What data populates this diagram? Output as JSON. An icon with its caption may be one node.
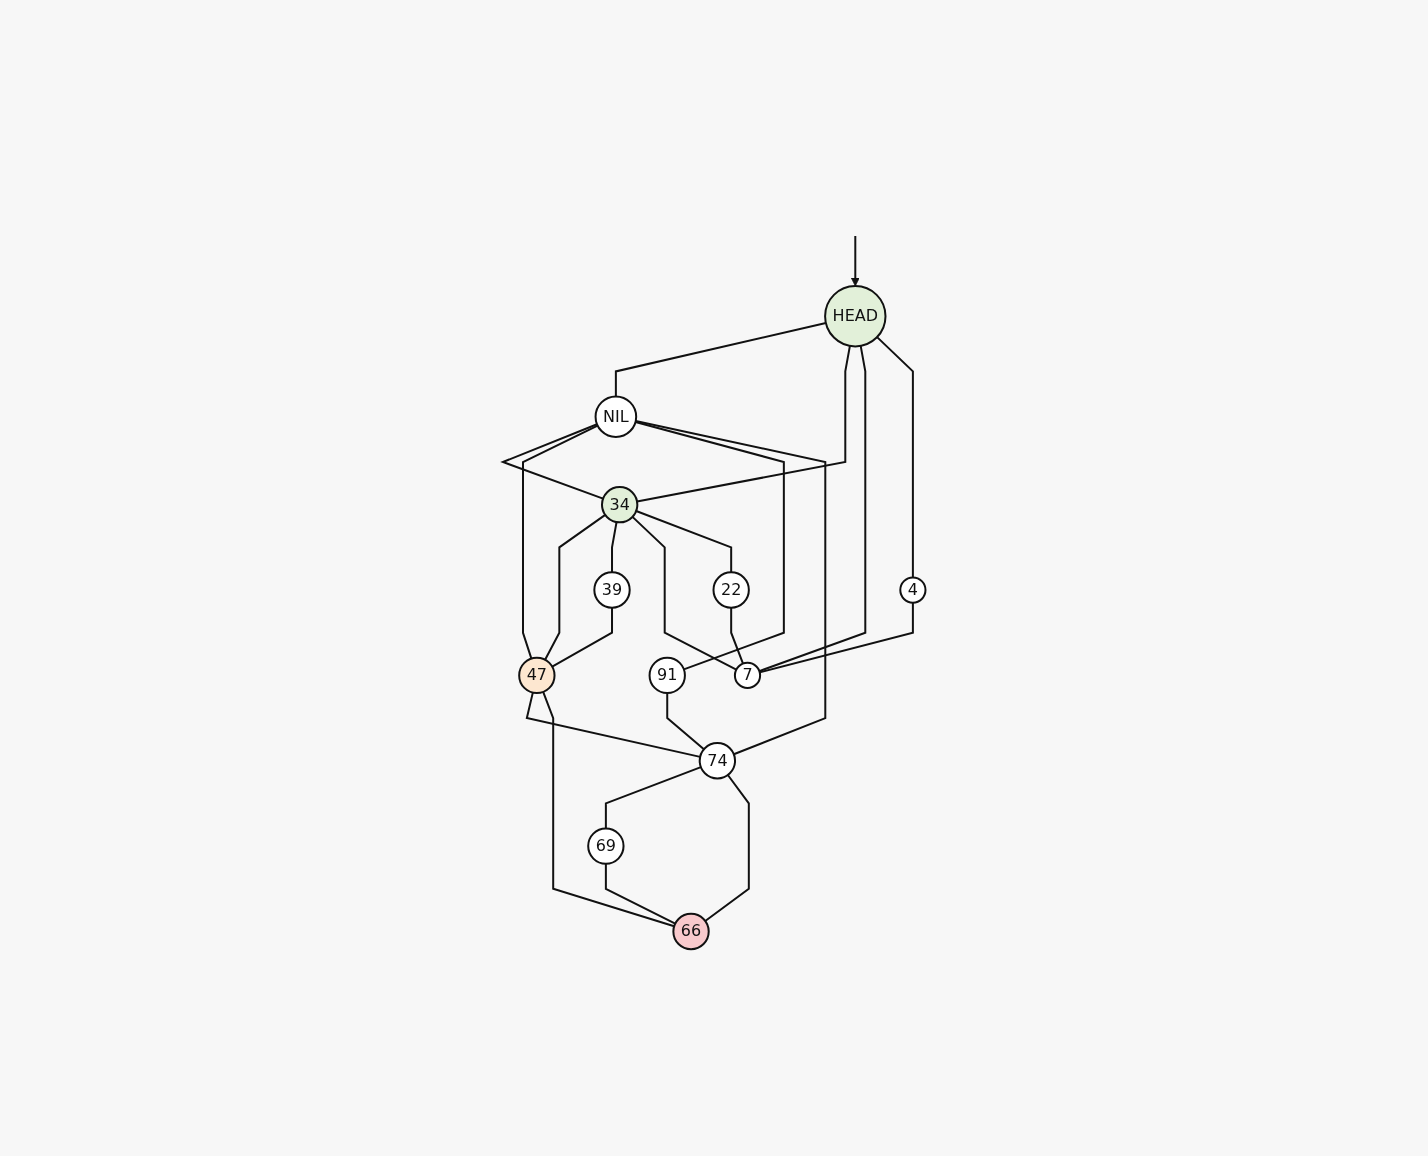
{
  "diagram": {
    "nodes": [
      {
        "text": [
          "HEAD"
        ]
      },
      {
        "text": [
          "NIL"
        ]
      },
      {
        "text": [
          "4"
        ]
      },
      {
        "text": [
          "34"
        ]
      },
      {
        "text": [
          "91"
        ]
      },
      {
        "text": [
          "74"
        ]
      },
      {
        "text": [
          "39"
        ]
      },
      {
        "text": [
          "47"
        ]
      },
      {
        "text": [
          "66"
        ]
      },
      {
        "text": [
          "22"
        ]
      },
      {
        "text": [
          "7"
        ]
      },
      {
        "text": [
          "69"
        ]
      }
    ],
    "edges": [
      {
        "from": null,
        "to": 0,
        "arrow": "to"
      },
      {
        "from": 0,
        "to": 1,
        "arrow": "none"
      },
      {
        "from": 0,
        "to": 3,
        "arrow": "none"
      },
      {
        "from": 0,
        "to": 10,
        "arrow": "none"
      },
      {
        "from": 0,
        "to": 2,
        "arrow": "none"
      },
      {
        "from": 1,
        "to": 3,
        "arrow": "none"
      },
      {
        "from": 1,
        "to": 7,
        "arrow": "none"
      },
      {
        "from": 1,
        "to": 4,
        "arrow": "none"
      },
      {
        "from": 1,
        "to": 5,
        "arrow": "none"
      },
      {
        "from": 3,
        "to": 7,
        "arrow": "none"
      },
      {
        "from": 3,
        "to": 6,
        "arrow": "none"
      },
      {
        "from": 3,
        "to": 10,
        "arrow": "none"
      },
      {
        "from": 3,
        "to": 9,
        "arrow": "none"
      },
      {
        "from": 2,
        "to": 10,
        "arrow": "none"
      },
      {
        "from": 4,
        "to": 5,
        "arrow": "none"
      },
      {
        "from": 6,
        "to": 7,
        "arrow": "none"
      },
      {
        "from": 7,
        "to": 5,
        "arrow": "none"
      },
      {
        "from": 7,
        "to": 8,
        "arrow": "none"
      },
      {
        "from": 5,
        "to": 11,
        "arrow": "none"
      },
      {
        "from": 5,
        "to": 8,
        "arrow": "none"
      },
      {
        "from": 9,
        "to": 10,
        "arrow": "none"
      },
      {
        "from": 11,
        "to": 8,
        "arrow": "none"
      }
    ]
  }
}
